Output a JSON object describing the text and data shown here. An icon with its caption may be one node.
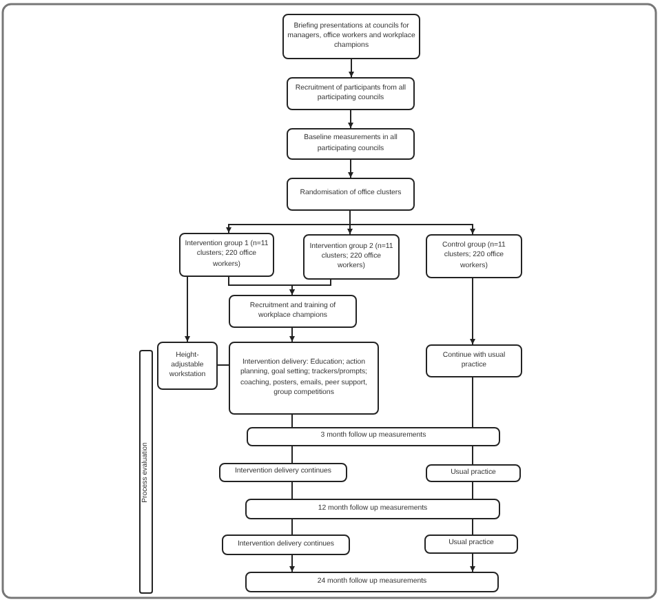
{
  "diagram": {
    "nodes": [
      {
        "text": [
          "Briefing presentations at councils for managers, office workers and workplace champions"
        ]
      },
      {
        "text": [
          "Recruitment of participants from all participating councils"
        ]
      },
      {
        "text": [
          "Baseline measurements in all participating councils"
        ]
      },
      {
        "text": [
          "Randomisation of office clusters"
        ]
      },
      {
        "text": [
          "Intervention group 1 (n=11 clusters; 220 office workers)"
        ]
      },
      {
        "text": [
          "Intervention group 2 (n=11 clusters; 220 office workers)"
        ]
      },
      {
        "text": [
          "Control group (n=11 clusters; 220 office workers)"
        ]
      },
      {
        "text": [
          "Recruitment and training of workplace champions"
        ]
      },
      {
        "text": [
          "Height-adjustable workstation"
        ]
      },
      {
        "text": [
          "Intervention delivery: Education; action planning, goal setting; trackers/prompts; coaching, posters, emails, peer support, group competitions"
        ]
      },
      {
        "text": [
          "Continue with usual practice"
        ]
      },
      {
        "text": [
          "3 month follow up measurements"
        ]
      },
      {
        "text": [
          "Intervention delivery continues"
        ]
      },
      {
        "text": [
          "Usual practice"
        ]
      },
      {
        "text": [
          "12 month follow up measurements"
        ]
      },
      {
        "text": [
          "Intervention delivery continues"
        ]
      },
      {
        "text": [
          "Usual practice"
        ]
      },
      {
        "text": [
          "24 month follow up measurements"
        ]
      },
      {
        "text": [
          "Process evaluation"
        ]
      }
    ],
    "edges": [
      {
        "from": 0,
        "to": 1,
        "arrow": "to"
      },
      {
        "from": 1,
        "to": 2,
        "arrow": "to"
      },
      {
        "from": 2,
        "to": 3,
        "arrow": "to"
      },
      {
        "from": 3,
        "to": 4,
        "arrow": "to"
      },
      {
        "from": 3,
        "to": 5,
        "arrow": "to"
      },
      {
        "from": 3,
        "to": 6,
        "arrow": "to"
      },
      {
        "from": 4,
        "to": 7,
        "arrow": "to"
      },
      {
        "from": 5,
        "to": 7,
        "arrow": "to"
      },
      {
        "from": 4,
        "to": 8,
        "arrow": "to"
      },
      {
        "from": 7,
        "to": 9,
        "arrow": "to"
      },
      {
        "from": 6,
        "to": 10,
        "arrow": "to"
      },
      {
        "from": 8,
        "to": 9,
        "arrow": "none"
      },
      {
        "from": 9,
        "to": 11,
        "arrow": "none"
      },
      {
        "from": 10,
        "to": 11,
        "arrow": "none"
      },
      {
        "from": 11,
        "to": 12,
        "arrow": "none"
      },
      {
        "from": 11,
        "to": 13,
        "arrow": "none"
      },
      {
        "from": 12,
        "to": 14,
        "arrow": "none"
      },
      {
        "from": 13,
        "to": 14,
        "arrow": "none"
      },
      {
        "from": 14,
        "to": 15,
        "arrow": "none"
      },
      {
        "from": 14,
        "to": 16,
        "arrow": "none"
      },
      {
        "from": 15,
        "to": 17,
        "arrow": "to"
      },
      {
        "from": 16,
        "to": 17,
        "arrow": "to"
      }
    ]
  }
}
